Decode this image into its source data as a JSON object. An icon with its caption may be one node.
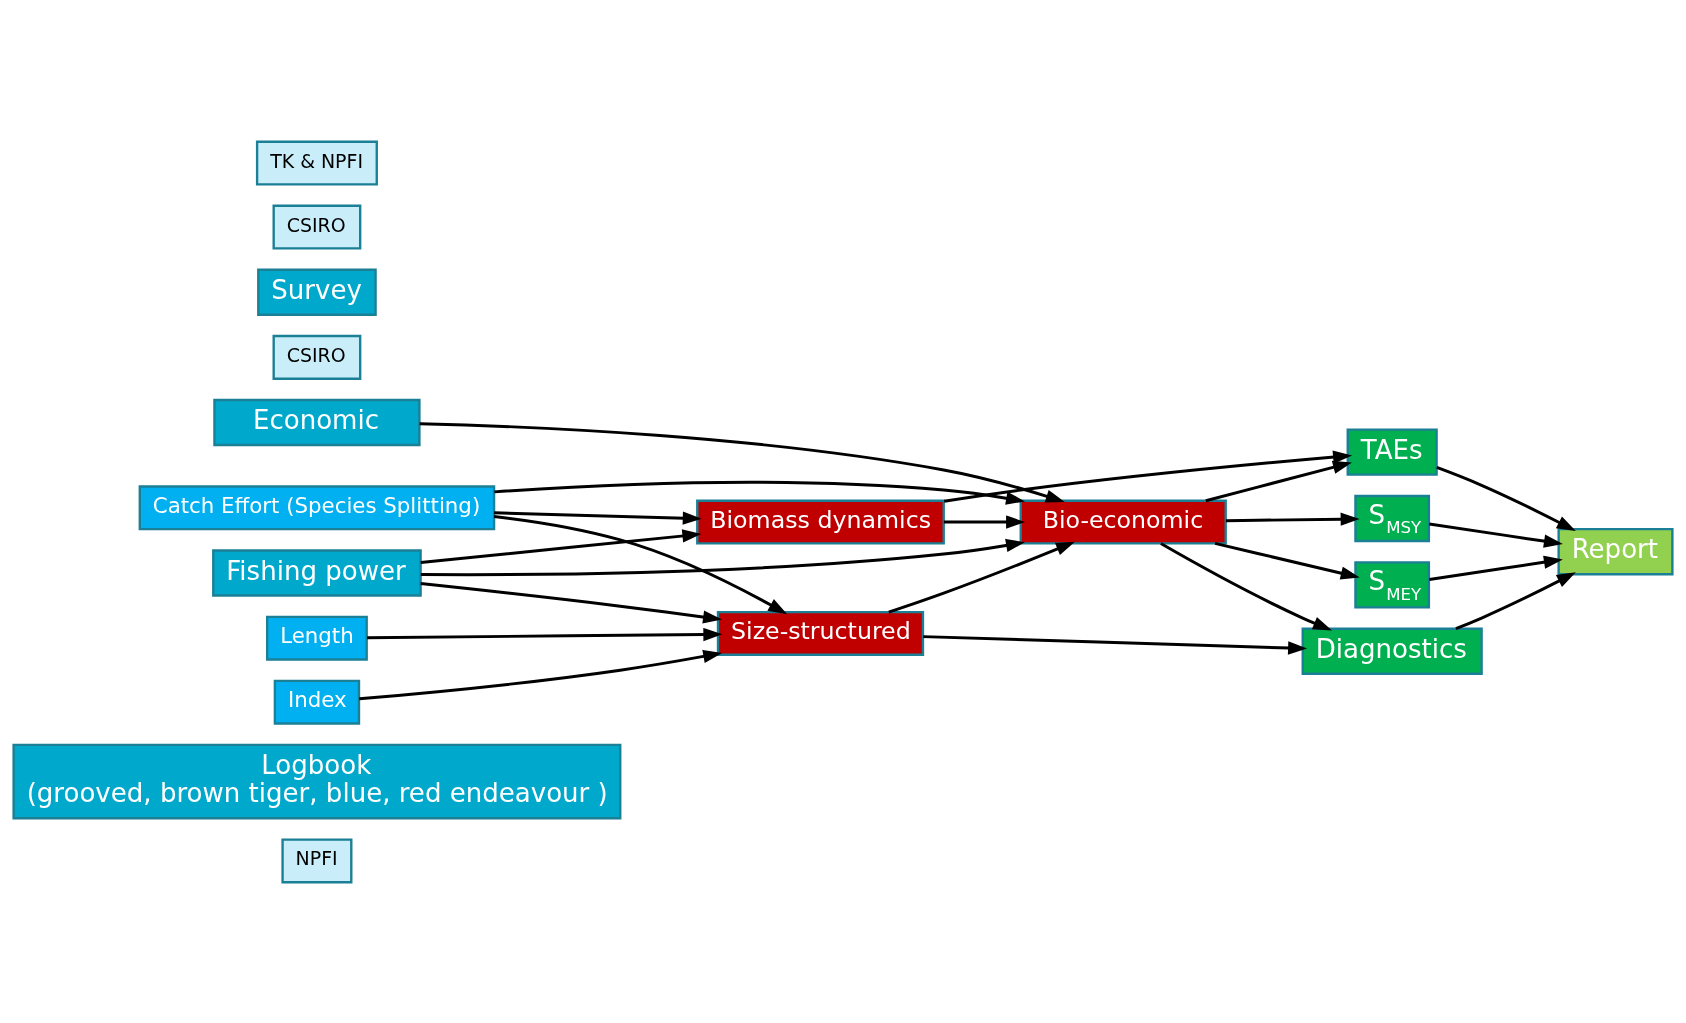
{
  "diagram": {
    "nodes": [
      {
        "text": [
          "NPFI"
        ]
      },
      {
        "text": [
          "Logbook",
          "(grooved, brown tiger, blue, red endeavour )"
        ]
      },
      {
        "text": [
          "Catch Effort (Species Splitting)"
        ]
      },
      {
        "text": [
          "CSIRO"
        ]
      },
      {
        "text": [
          "Survey"
        ]
      },
      {
        "text": [
          "Index"
        ]
      },
      {
        "text": [
          "Length"
        ]
      },
      {
        "text": [
          "CSIRO"
        ]
      },
      {
        "text": [
          "Fishing power"
        ]
      },
      {
        "text": [
          "TK & NPFI"
        ]
      },
      {
        "text": [
          "Economic"
        ]
      },
      {
        "text": [
          "Size-structured"
        ]
      },
      {
        "text": [
          "Biomass dynamics"
        ]
      },
      {
        "text": [
          "Bio-economic"
        ]
      },
      {
        "text": [
          "S$_{MSY}$"
        ]
      },
      {
        "text": [
          "S$_{MEY}$"
        ]
      },
      {
        "text": [
          "TAEs"
        ]
      },
      {
        "text": [
          "Diagnostics"
        ]
      },
      {
        "text": [
          "Report"
        ]
      }
    ],
    "edges": [
      {
        "from": 2,
        "to": 11,
        "arrow": "to"
      },
      {
        "from": 2,
        "to": 12,
        "arrow": "to"
      },
      {
        "from": 2,
        "to": 13,
        "arrow": "to"
      },
      {
        "from": 5,
        "to": 11,
        "arrow": "to"
      },
      {
        "from": 6,
        "to": 11,
        "arrow": "to"
      },
      {
        "from": 8,
        "to": 11,
        "arrow": "to"
      },
      {
        "from": 8,
        "to": 12,
        "arrow": "to"
      },
      {
        "from": 8,
        "to": 13,
        "arrow": "to"
      },
      {
        "from": 10,
        "to": 13,
        "arrow": "to"
      },
      {
        "from": 11,
        "to": 13,
        "arrow": "to"
      },
      {
        "from": 12,
        "to": 13,
        "arrow": "to"
      },
      {
        "from": 11,
        "to": 17,
        "arrow": "to"
      },
      {
        "from": 12,
        "to": 16,
        "arrow": "to"
      },
      {
        "from": 13,
        "to": 14,
        "arrow": "to"
      },
      {
        "from": 13,
        "to": 15,
        "arrow": "to"
      },
      {
        "from": 13,
        "to": 16,
        "arrow": "to"
      },
      {
        "from": 13,
        "to": 17,
        "arrow": "to"
      },
      {
        "from": 14,
        "to": 18,
        "arrow": "to"
      },
      {
        "from": 15,
        "to": 18,
        "arrow": "to"
      },
      {
        "from": 16,
        "to": 18,
        "arrow": "to"
      },
      {
        "from": 17,
        "to": 18,
        "arrow": "to"
      }
    ]
  }
}
